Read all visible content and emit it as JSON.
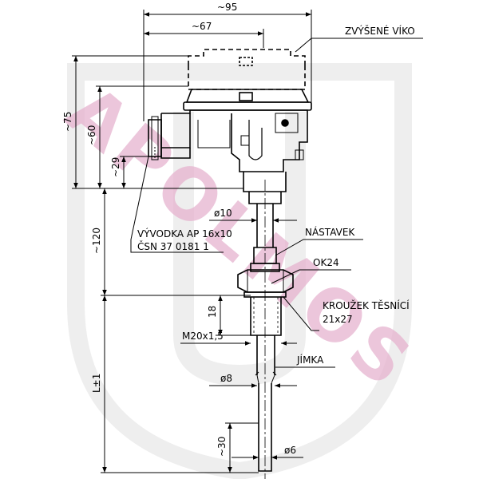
{
  "watermark": {
    "text": "APOLMOS",
    "color": "#e6b3cf",
    "shield_color": "#eeeeee"
  },
  "dimensions": {
    "width_total": "~95",
    "width_head": "~67",
    "height_head": "~75",
    "height_body": "~60",
    "height_gland": "~29",
    "height_extension": "~120",
    "thread_length": "18",
    "insertion_length": "L±1",
    "tip_length": "~30",
    "dia_extension": "ø10",
    "thread": "M20x1,5",
    "dia_sheath": "ø8",
    "dia_tip": "ø6"
  },
  "labels": {
    "raised_cover": "ZVÝŠENÉ VÍKO",
    "gland_line1": "VÝVODKA AP 16x10",
    "gland_line2": "ČSN 37 0181 1",
    "extension": "NÁSTAVEK",
    "wrench": "OK24",
    "sealing_ring_line1": "KROUŽEK TĚSNÍCÍ",
    "sealing_ring_line2": "21x27",
    "sheath": "JÍMKA"
  }
}
